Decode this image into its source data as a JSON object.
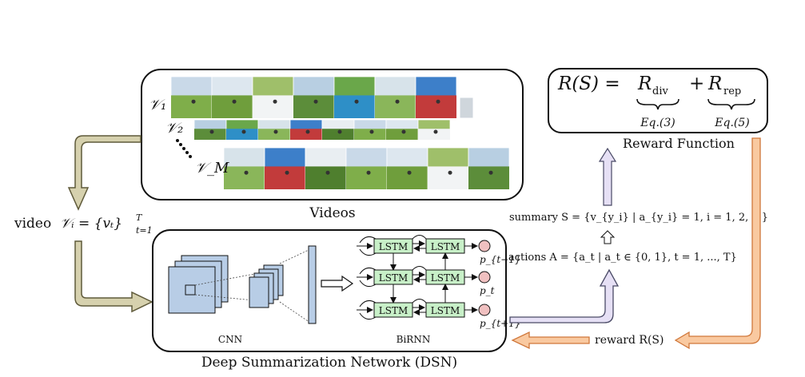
{
  "videos": {
    "label": "Videos",
    "row1_label": "𝒱₁",
    "row2_label": "𝒱₂",
    "rowM_label": "𝒱_M",
    "ellipsis": "⋰",
    "row1_frames": 7,
    "row2_frames": 8,
    "rowM_frames": 7
  },
  "input": {
    "video_prefix": "video",
    "video_math": "𝒱ᵢ = {vₜ}",
    "sup": "T",
    "sub": "t=1"
  },
  "dsn": {
    "label": "Deep Summarization Network (DSN)",
    "cnn_label": "CNN",
    "birnn_label": "BiRNN",
    "lstm_label": "LSTM",
    "p_labels": [
      "p_{t−1}",
      "p_t",
      "p_{t+1}"
    ]
  },
  "reward": {
    "formula_left": "R(S) =",
    "r_div": "R",
    "r_div_sub": "div",
    "plus": "+",
    "r_rep": "R",
    "r_rep_sub": "rep",
    "eq3": "Eq.(3)",
    "eq5": "Eq.(5)",
    "label": "Reward Function",
    "feedback_label": "reward R(S)"
  },
  "flow": {
    "summary_text": "summary S = {v_{y_i} | a_{y_i} = 1, i = 1, 2, ...}",
    "actions_text": "actions A = {a_t | a_t ∈ {0, 1}, t = 1, ..., T}"
  },
  "colors": {
    "olive_arrow": "#d6d1ae",
    "olive_stroke": "#5f5a3a",
    "lavender_arrow": "#e6e0f5",
    "lavender_stroke": "#4a4a66",
    "orange_arrow": "#f9c9a0",
    "orange_stroke": "#d0773a",
    "lstm_fill": "#c8f0c8",
    "p_fill": "#f0c0c0",
    "cnn_fill": "#b8cde6"
  }
}
